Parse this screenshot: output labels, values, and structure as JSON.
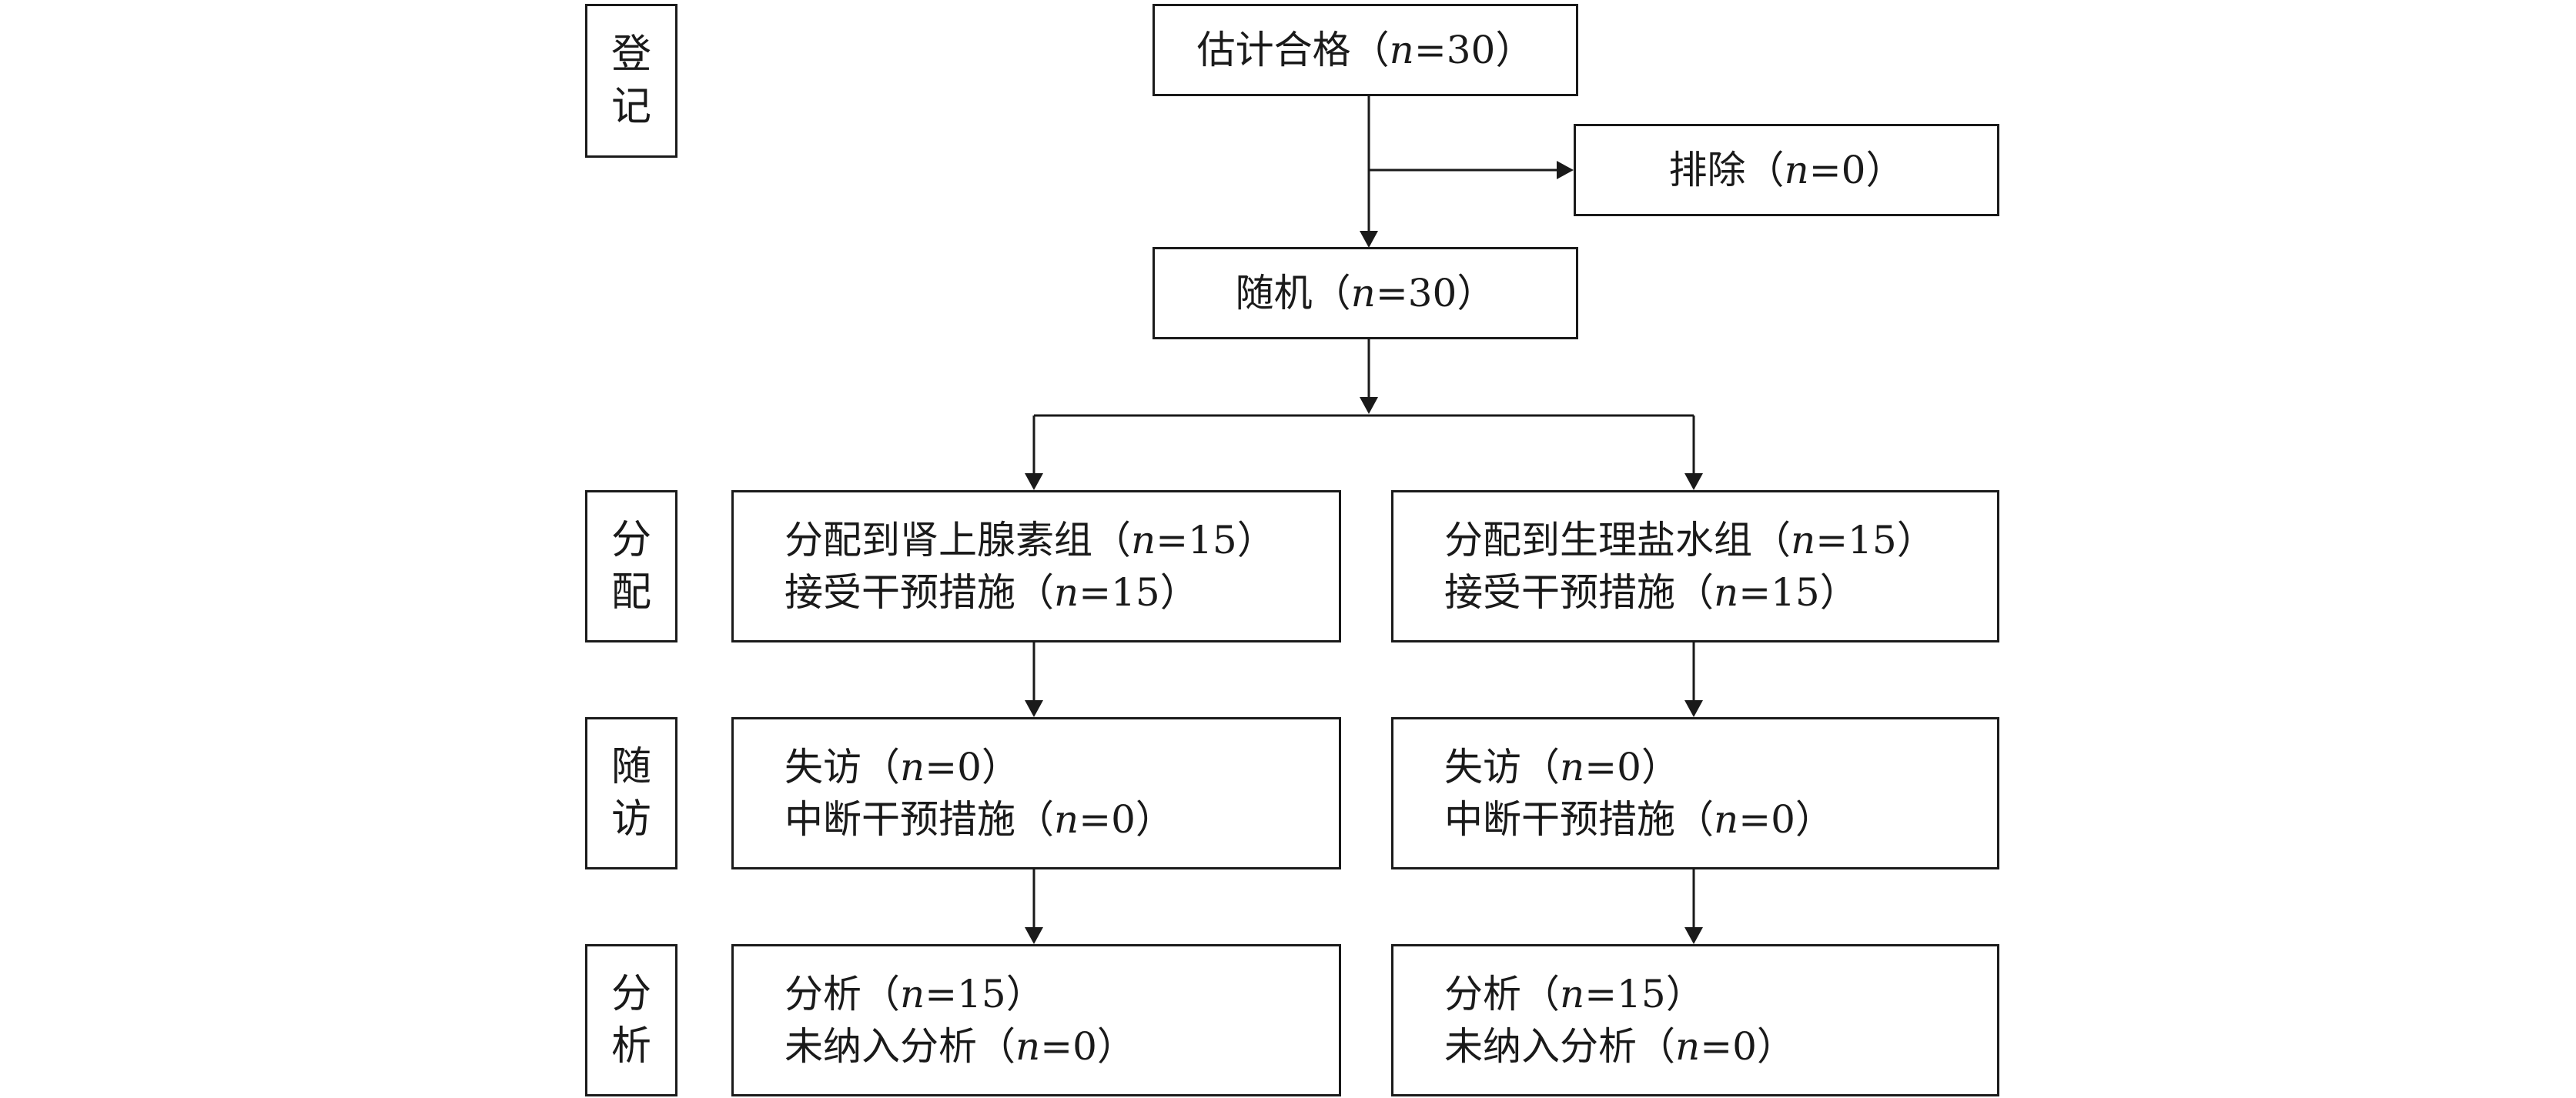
{
  "stages": {
    "enrollment": [
      "登",
      "记"
    ],
    "allocation": [
      "分",
      "配"
    ],
    "followup": [
      "随",
      "访"
    ],
    "analysis": [
      "分",
      "析"
    ]
  },
  "boxes": {
    "eligible": {
      "text": "估计合格（",
      "n": "n",
      "rest": "=30）"
    },
    "excluded": {
      "text": "排除（",
      "n": "n",
      "rest": "=0）"
    },
    "randomized": {
      "text": "随机（",
      "n": "n",
      "rest": "=30）"
    },
    "left": {
      "alloc_1": {
        "text": "分配到肾上腺素组（",
        "n": "n",
        "rest": "=15）"
      },
      "alloc_2": {
        "text": "接受干预措施（",
        "n": "n",
        "rest": "=15）"
      },
      "follow_1": {
        "text": "失访（",
        "n": "n",
        "rest": "=0）"
      },
      "follow_2": {
        "text": "中断干预措施（",
        "n": "n",
        "rest": "=0）"
      },
      "analysis_1": {
        "text": "分析（",
        "n": "n",
        "rest": "=15）"
      },
      "analysis_2": {
        "text": "未纳入分析（",
        "n": "n",
        "rest": "=0）"
      }
    },
    "right": {
      "alloc_1": {
        "text": "分配到生理盐水组（",
        "n": "n",
        "rest": "=15）"
      },
      "alloc_2": {
        "text": "接受干预措施（",
        "n": "n",
        "rest": "=15）"
      },
      "follow_1": {
        "text": "失访（",
        "n": "n",
        "rest": "=0）"
      },
      "follow_2": {
        "text": "中断干预措施（",
        "n": "n",
        "rest": "=0）"
      },
      "analysis_1": {
        "text": "分析（",
        "n": "n",
        "rest": "=15）"
      },
      "analysis_2": {
        "text": "未纳入分析（",
        "n": "n",
        "rest": "=0）"
      }
    }
  },
  "colors": {
    "stroke": "#1a1a1a",
    "background": "#ffffff"
  }
}
